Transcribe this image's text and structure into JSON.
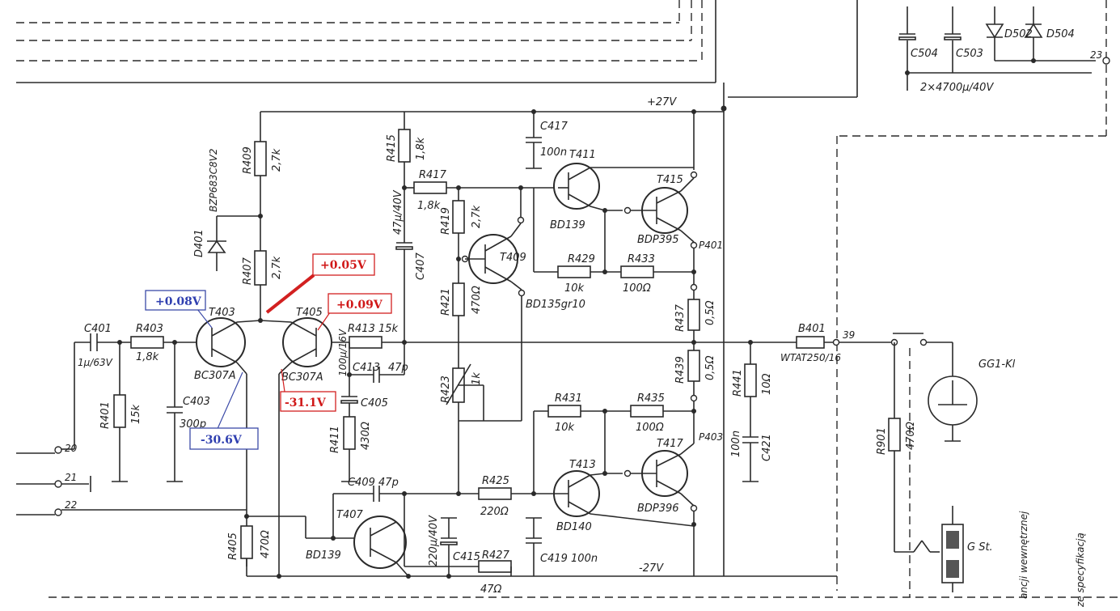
{
  "supply": {
    "pos": "+27V",
    "neg": "-27V"
  },
  "caps_top": {
    "c504": "C504",
    "c503": "C503",
    "d502": "D502",
    "d504": "D504",
    "rating": "2×4700µ/40V",
    "node23": "23"
  },
  "resistors": {
    "r409": "R409",
    "r409v": "2,7k",
    "r407": "R407",
    "r407v": "2,7k",
    "r403": "R403",
    "r403v": "1,8k",
    "r401": "R401",
    "r401v": "15k",
    "r405": "R405",
    "r405v": "470Ω",
    "r411": "R411",
    "r411v": "430Ω",
    "r413": "R413 15k",
    "r415": "R415",
    "r415v": "1,8k",
    "r417": "R417",
    "r417v": "1,8k",
    "r419": "R419",
    "r419v": "2,7k",
    "r421": "R421",
    "r421v": "470Ω",
    "r423": "R423",
    "r423v": "1k",
    "r425": "R425",
    "r425v": "220Ω",
    "r427": "R427",
    "r427v": "47Ω",
    "r429": "R429",
    "r429v": "10k",
    "r431": "R431",
    "r431v": "10k",
    "r433": "R433",
    "r433v": "100Ω",
    "r435": "R435",
    "r435v": "100Ω",
    "r437": "R437",
    "r437v": "0,5Ω",
    "r439": "R439",
    "r439v": "0,5Ω",
    "r441": "R441",
    "r441v": "10Ω",
    "r901": "R901",
    "r901v": "470Ω"
  },
  "capacitors": {
    "c401": "C401",
    "c401v": "1µ/63V",
    "c403": "C403",
    "c403v": "300p",
    "c405": "C405",
    "c405v": "100µ/16V",
    "c407": "C407",
    "c407v": "47µ/40V",
    "c409": "C409 47p",
    "c413": "C413",
    "c413v": "47p",
    "c415": "C415",
    "c415v": "220µ/40V",
    "c417": "C417",
    "c417v": "100n",
    "c419": "C419 100n",
    "c421": "C421",
    "c421v": "100n"
  },
  "transistors": {
    "t403": "T403",
    "t403t": "BC307A",
    "t405": "T405",
    "t405t": "BC307A",
    "t407": "T407",
    "t407t": "BD139",
    "t409": "T409",
    "t409t": "BD135gr10",
    "t411": "T411",
    "t411t": "BD139",
    "t413": "T413",
    "t413t": "BD140",
    "t415": "T415",
    "t415t": "BDP395",
    "t417": "T417",
    "t417t": "BDP396"
  },
  "misc": {
    "d401": "D401",
    "d401t": "BZP683C8V2",
    "b401": "B401",
    "b401t": "WTAT250/16",
    "p401": "P401",
    "p403": "P403",
    "node39": "39",
    "node20": "20",
    "node21": "21",
    "node22": "22",
    "speaker": "GG1-Kl",
    "gst": "G St.",
    "note1": "ancji wewnętrznej",
    "note2": "ze specyfikacją"
  },
  "annotations": {
    "v_t403_base": "+0.08V",
    "v_t403_collector": "-30.6V",
    "v_emitters": "+0.05V",
    "v_t405_base": "+0.09V",
    "v_t405_collector": "-31.1V"
  }
}
